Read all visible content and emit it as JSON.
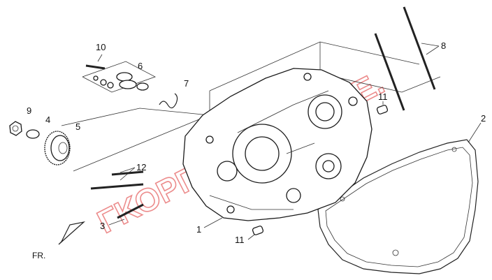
{
  "callouts": {
    "c1": "1",
    "c2": "2",
    "c3": "3",
    "c4": "4",
    "c5": "5",
    "c6": "6",
    "c7": "7",
    "c8": "8",
    "c9": "9",
    "c10": "10",
    "c11a": "11",
    "c11b": "11",
    "c12": "12"
  },
  "direction_label": "FR.",
  "watermark": {
    "text": "ΓΚΟΡΓΙΝΟΓΛΟΥ Α.Ε.",
    "color": "#e66666"
  }
}
